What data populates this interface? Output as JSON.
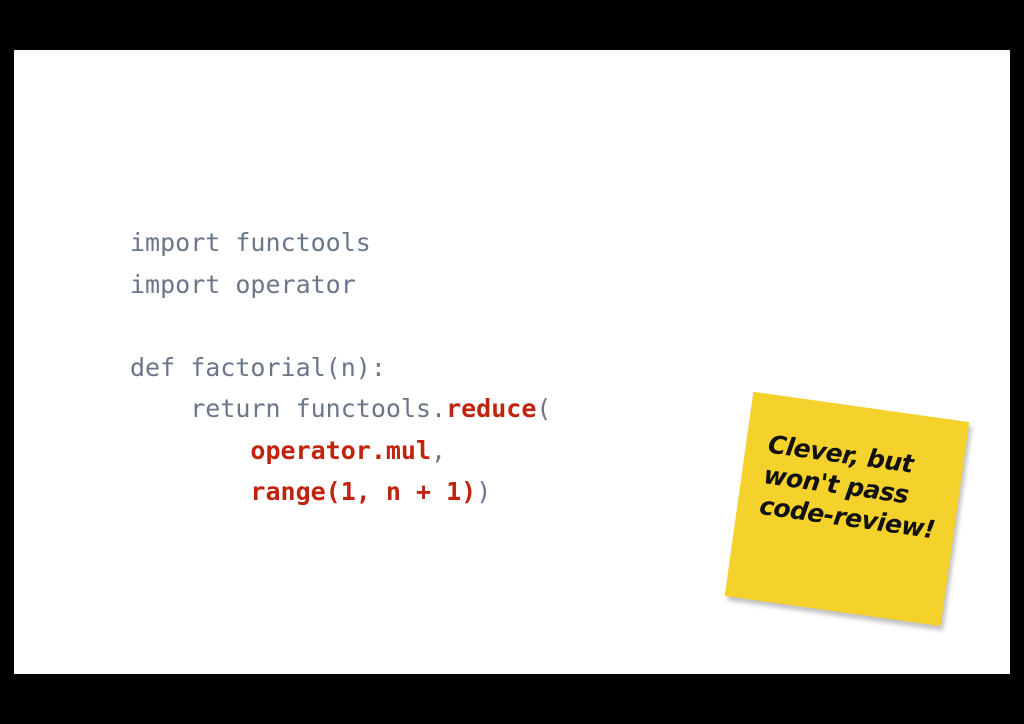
{
  "code": {
    "line1": "import functools",
    "line2": "import operator",
    "line3": "",
    "line4": "def factorial(n):",
    "line5_a": "    return functools.",
    "line5_b": "reduce",
    "line5_c": "(",
    "line6_indent": "        ",
    "line6_a": "operator.mul",
    "line6_b": ",",
    "line7_indent": "        ",
    "line7_a": "range(1, n + 1)",
    "line7_b": ")"
  },
  "sticky_note": {
    "line1": "Clever, but",
    "line2": "won't pass",
    "line3": "code-review!"
  },
  "colors": {
    "background": "#ffffff",
    "frame": "#000000",
    "code_text": "#6b7689",
    "highlight": "#c0240e",
    "note": "#f4d12b"
  }
}
